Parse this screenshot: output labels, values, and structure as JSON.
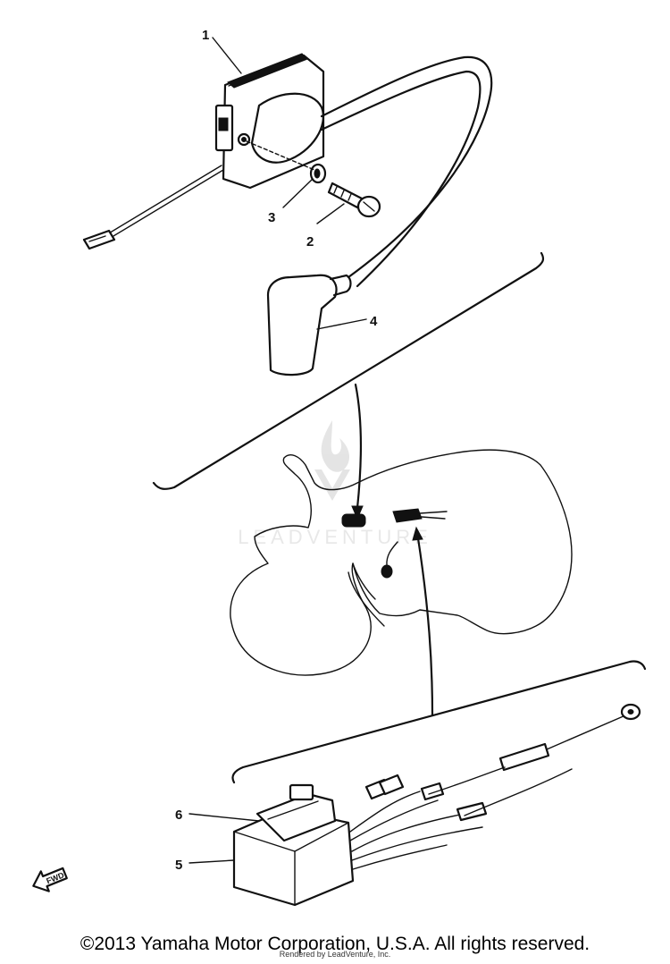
{
  "callouts": {
    "c1": "1",
    "c2": "2",
    "c3": "3",
    "c4": "4",
    "c5": "5",
    "c6": "6"
  },
  "direction_marker": "FWD",
  "watermark": "LEADVENTURE",
  "footer": {
    "copyright": "©2013 Yamaha Motor Corporation, U.S.A. All rights reserved.",
    "rendered_by": "Rendered by LeadVenture, Inc."
  }
}
